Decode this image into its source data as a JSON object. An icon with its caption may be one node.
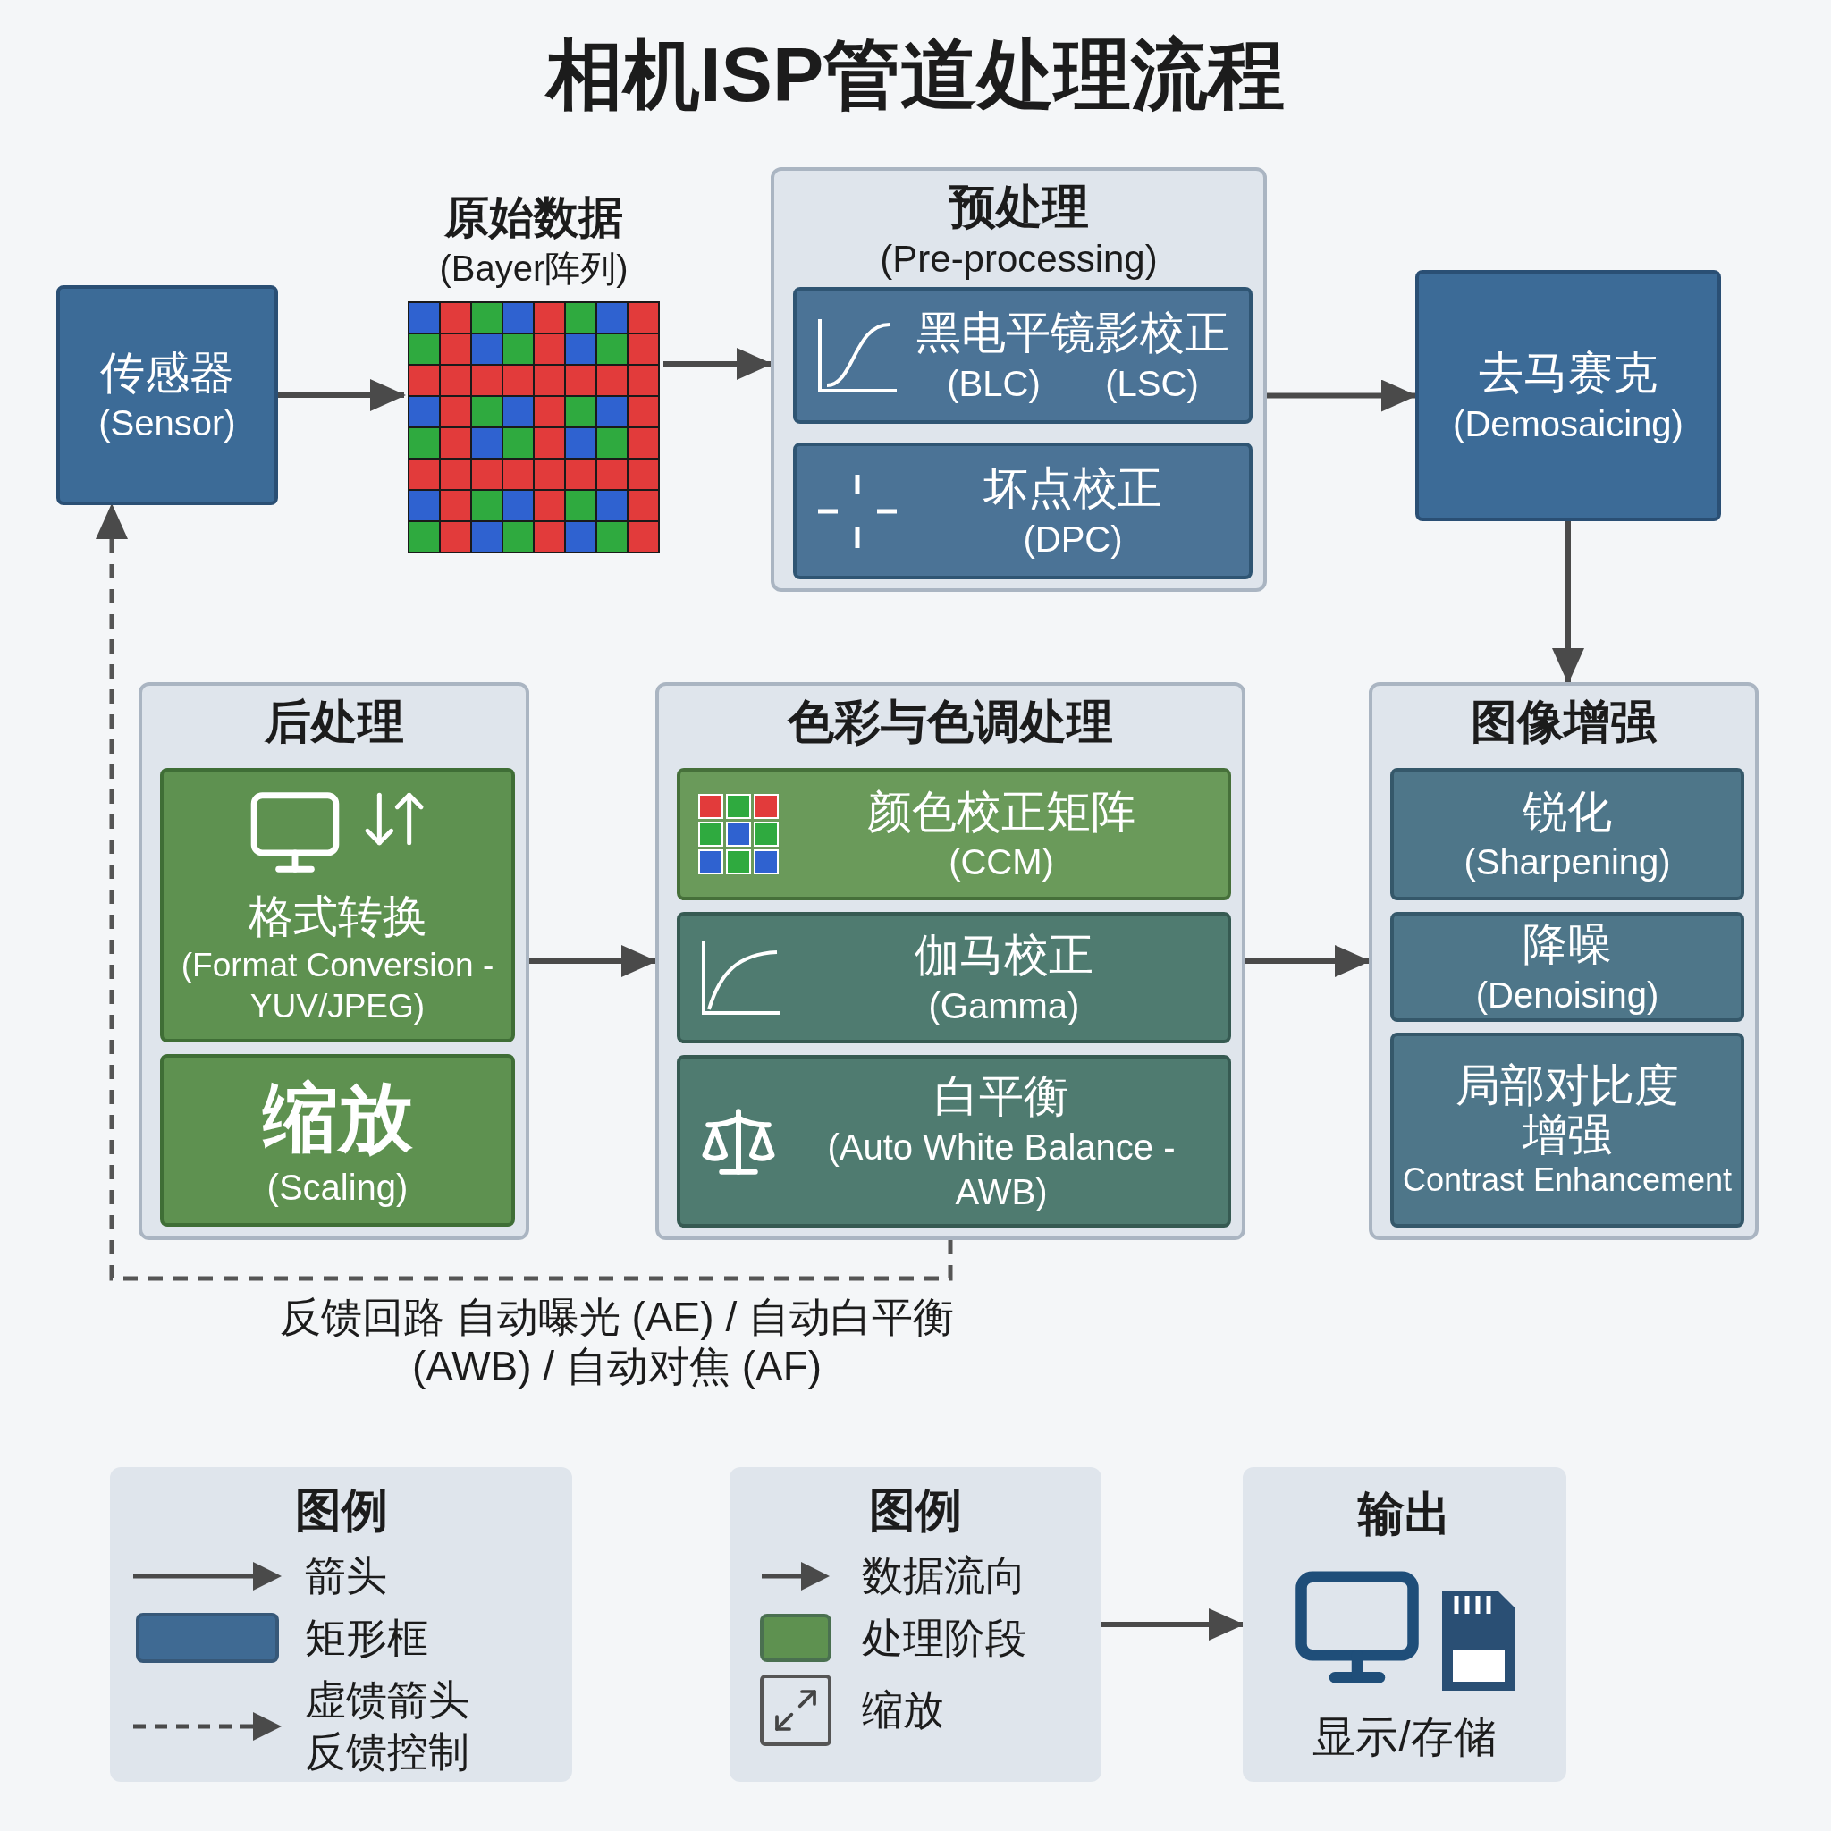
{
  "diagram": {
    "title": "相机ISP管道处理流程",
    "nodes": [
      {
        "text": [
          "传感器",
          "(Sensor)"
        ]
      },
      {
        "text": [
          "原始数据",
          "(Bayer阵列)"
        ]
      },
      {
        "text": [
          "预处理",
          "(Pre-processing)"
        ]
      },
      {
        "text": [
          "黑电平镜影校正",
          "(BLC)",
          "(LSC)"
        ],
        "in": 2
      },
      {
        "text": [
          "坏点校正",
          "(DPC)"
        ],
        "in": 2
      },
      {
        "text": [
          "去马赛克",
          "(Demosaicing)"
        ]
      },
      {
        "text": [
          "后处理"
        ]
      },
      {
        "text": [
          "格式转换",
          "(Format Conversion - YUV/JPEG)"
        ],
        "in": 6
      },
      {
        "text": [
          "缩放",
          "(Scaling)"
        ],
        "in": 6
      },
      {
        "text": [
          "色彩与色调处理"
        ]
      },
      {
        "text": [
          "颜色校正矩阵",
          "(CCM)"
        ],
        "in": 9
      },
      {
        "text": [
          "伽马校正",
          "(Gamma)"
        ],
        "in": 9
      },
      {
        "text": [
          "白平衡",
          "(Auto White Balance - AWB)"
        ],
        "in": 9
      },
      {
        "text": [
          "图像增强"
        ]
      },
      {
        "text": [
          "锐化",
          "(Sharpening)"
        ],
        "in": 13
      },
      {
        "text": [
          "降噪",
          "(Denoising)"
        ],
        "in": 13
      },
      {
        "text": [
          "局部对比度增强",
          "Contrast Enhancement"
        ],
        "in": 13
      },
      {
        "text": [
          "图例"
        ]
      },
      {
        "text": [
          "图例"
        ]
      },
      {
        "text": [
          "输出",
          "显示/存储"
        ]
      }
    ],
    "edges": [
      {
        "from": 0,
        "to": 1,
        "arrow": "to"
      },
      {
        "from": 1,
        "to": 2,
        "arrow": "to"
      },
      {
        "from": 2,
        "to": 5,
        "arrow": "to"
      },
      {
        "from": 5,
        "to": 13,
        "arrow": "to"
      },
      {
        "from": 6,
        "to": 9,
        "arrow": "to"
      },
      {
        "from": 9,
        "to": 13,
        "arrow": "to"
      },
      {
        "from": 9,
        "to": 0,
        "arrow": "to",
        "style": "dashed",
        "label": "反馈回路 自动曝光 (AE) / 自动白平衡 (AWB) / 自动对焦 (AF)"
      },
      {
        "from": 18,
        "to": 19,
        "arrow": "to"
      }
    ],
    "legend": [
      {
        "text": "箭头"
      },
      {
        "text": "矩形框",
        "color": "#3f6a93"
      },
      {
        "text": "虚馈箭头反馈控制"
      },
      {
        "text": "数据流向"
      },
      {
        "text": "处理阶段",
        "color": "#5e9150"
      },
      {
        "text": "缩放"
      }
    ]
  }
}
